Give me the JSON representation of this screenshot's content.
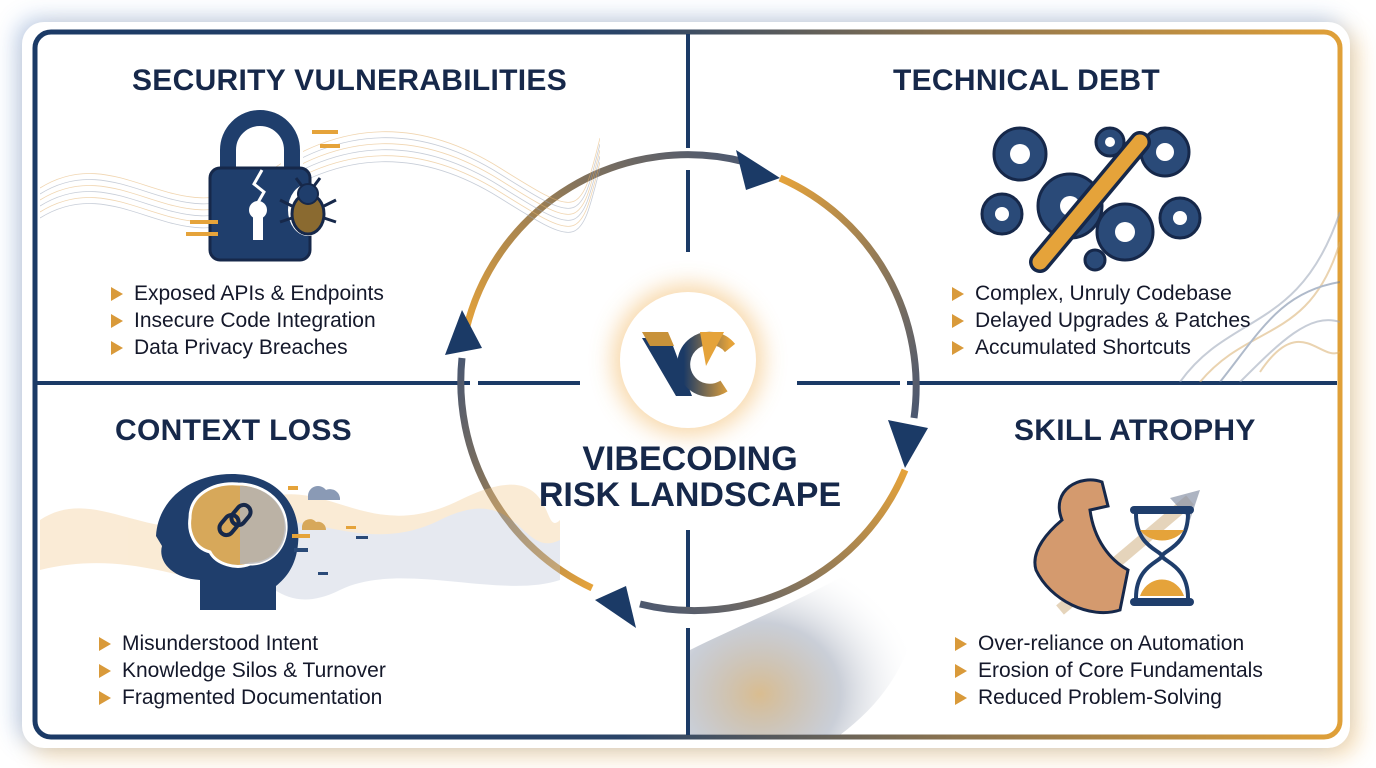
{
  "colors": {
    "navy": "#1b3a66",
    "gold": "#e5a33a",
    "title_text": "#16284a",
    "body_text": "#14182a",
    "bullet": "#d99a3a"
  },
  "center": {
    "logo_text": "VC",
    "title_line1": "VIBECODING",
    "title_line2": "RISK LANDSCAPE"
  },
  "quadrants": {
    "top_left": {
      "title": "SECURITY VULNERABILITIES",
      "icon": "padlock-bug-icon",
      "bullets": [
        "Exposed APIs & Endpoints",
        "Insecure Code Integration",
        "Data Privacy Breaches"
      ]
    },
    "top_right": {
      "title": "TECHNICAL DEBT",
      "icon": "rusty-gears-wrench-icon",
      "bullets": [
        "Complex, Unruly Codebase",
        "Delayed Upgrades & Patches",
        "Accumulated Shortcuts"
      ]
    },
    "bottom_left": {
      "title": "CONTEXT LOSS",
      "icon": "head-brain-chain-icon",
      "bullets": [
        "Misunderstood Intent",
        "Knowledge Silos & Turnover",
        "Fragmented Documentation"
      ]
    },
    "bottom_right": {
      "title": "SKILL ATROPHY",
      "icon": "arm-hourglass-icon",
      "bullets": [
        "Over-reliance on Automation",
        "Erosion of Core Fundamentals",
        "Reduced Problem-Solving"
      ]
    }
  }
}
